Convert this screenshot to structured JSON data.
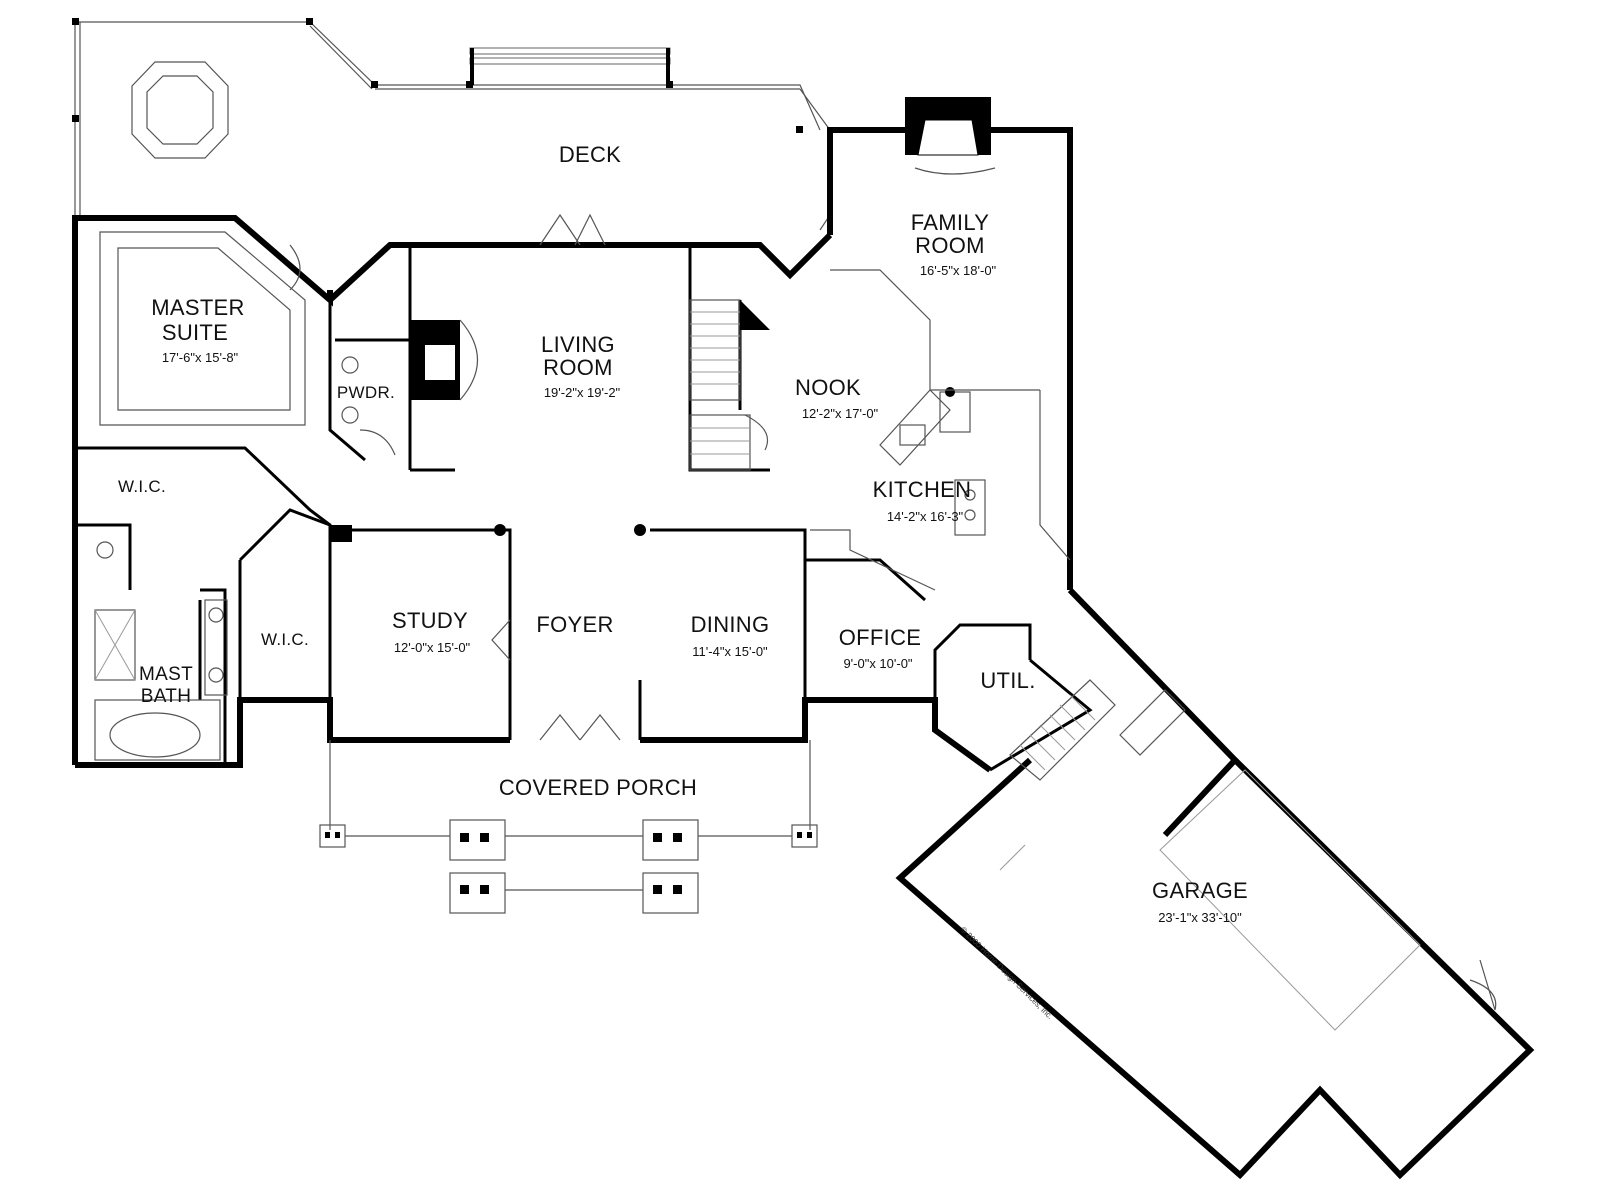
{
  "rooms": {
    "deck": {
      "name": "DECK"
    },
    "family_room": {
      "name_line1": "FAMILY",
      "name_line2": "ROOM",
      "dims": "16'-5\"x 18'-0\""
    },
    "master_suite": {
      "name_line1": "MASTER",
      "name_line2": "SUITE",
      "dims": "17'-6\"x 15'-8\""
    },
    "living_room": {
      "name_line1": "LIVING",
      "name_line2": "ROOM",
      "dims": "19'-2\"x 19'-2\""
    },
    "pwdr": {
      "name": "PWDR."
    },
    "nook": {
      "name": "NOOK",
      "dims": "12'-2\"x 17'-0\""
    },
    "kitchen": {
      "name": "KITCHEN",
      "dims": "14'-2\"x 16'-3\""
    },
    "wic_top": {
      "name": "W.I.C."
    },
    "wic_side": {
      "name": "W.I.C."
    },
    "study": {
      "name": "STUDY",
      "dims": "12'-0\"x 15'-0\""
    },
    "foyer": {
      "name": "FOYER"
    },
    "dining": {
      "name": "DINING",
      "dims": "11'-4\"x 15'-0\""
    },
    "office": {
      "name": "OFFICE",
      "dims": "9'-0\"x 10'-0\""
    },
    "util": {
      "name": "UTIL."
    },
    "mast_bath": {
      "name_line1": "MAST",
      "name_line2": "BATH"
    },
    "covered_porch": {
      "name": "COVERED PORCH"
    },
    "garage": {
      "name": "GARAGE",
      "dims": "23'-1\"x 33'-10\""
    }
  },
  "copyright": "© 2000 Home Design Services, Inc.",
  "colors": {
    "wall": "#000000",
    "line": "#555555",
    "background": "#ffffff"
  }
}
